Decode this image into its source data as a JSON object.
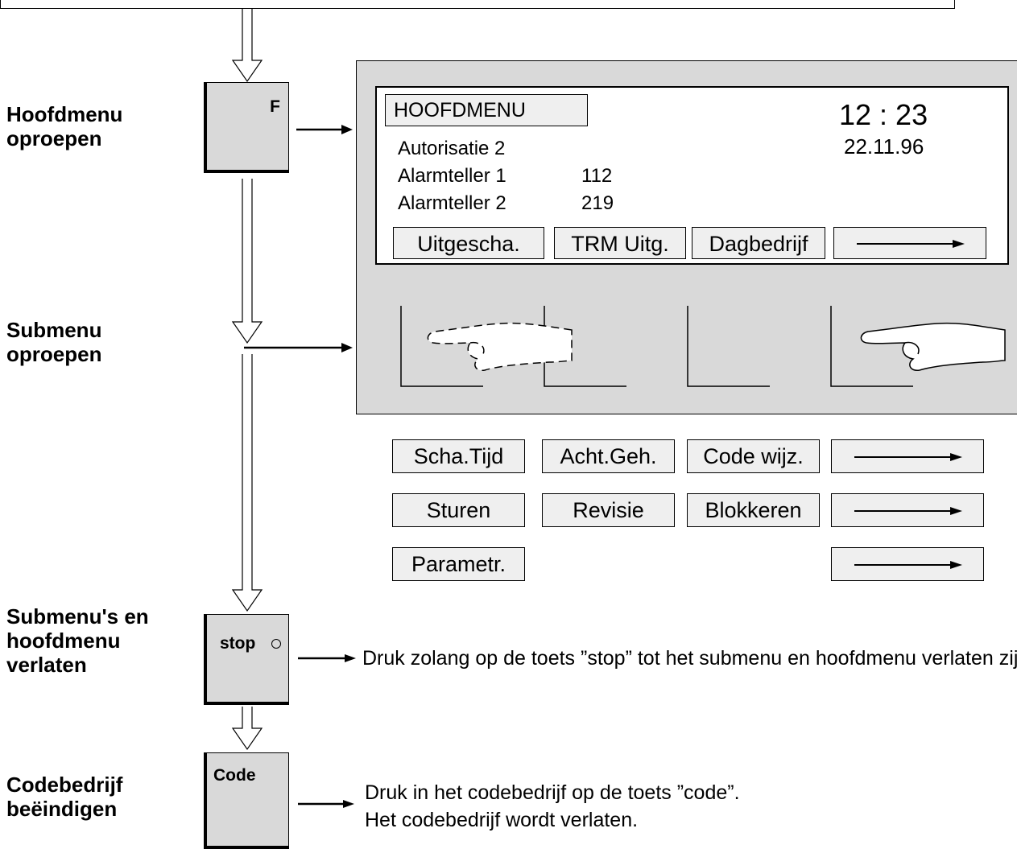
{
  "steps": {
    "main_menu": "Hoofdmenu\noproepen",
    "submenu": "Submenu\noproepen",
    "exit": "Submenu's en\nhoofdmenu\nverlaten",
    "code_end": "Codebedrijf\nbeëindigen"
  },
  "keys": {
    "f": "F",
    "stop": "stop",
    "code": "Code"
  },
  "display": {
    "title": "HOOFDMENU",
    "time": "12 : 23",
    "date": "22.11.96",
    "line1": "Autorisatie 2",
    "line2_label": "Alarmteller 1",
    "line2_value": "112",
    "line3_label": "Alarmteller 2",
    "line3_value": "219",
    "softkeys": [
      "Uitgescha.",
      "TRM Uitg.",
      "Dagbedrijf"
    ]
  },
  "submenu_rows": [
    [
      "Scha.Tijd",
      "Acht.Geh.",
      "Code wijz."
    ],
    [
      "Sturen",
      "Revisie",
      "Blokkeren"
    ],
    [
      "Parametr."
    ]
  ],
  "descriptions": {
    "stop": "Druk zolang op de toets ”stop” tot het submenu en hoofdmenu verlaten zijn.",
    "code_line1": "Druk in het codebedrijf op de toets ”code”.",
    "code_line2": "Het codebedrijf wordt verlaten."
  },
  "colors": {
    "panel": "#d9d9d9",
    "button": "#efefef"
  }
}
